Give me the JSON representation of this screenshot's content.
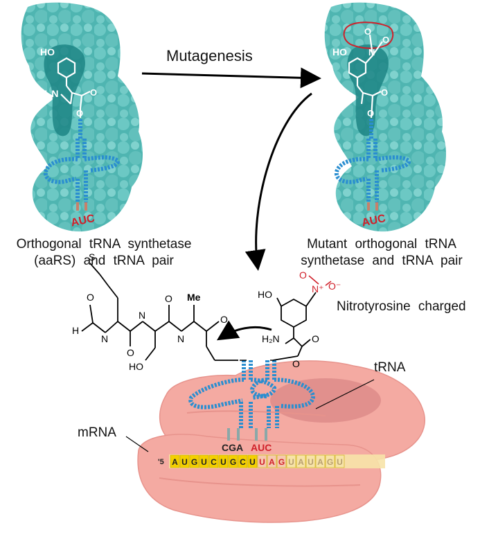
{
  "labels": {
    "mutagenesis": "Mutagenesis",
    "left_caption_line1": "Orthogonal tRNA synthetase",
    "left_caption_line2": "(aaRS) and tRNA pair",
    "right_caption_line1": "Mutant orthogonal tRNA",
    "right_caption_line2": "synthetase and tRNA pair",
    "nitro_charged": "Nitrotyrosine charged",
    "trna": "tRNA",
    "mrna": "mRNA"
  },
  "chem": {
    "ho": "HO",
    "h2n": "H₂N",
    "o": "O",
    "n": "N",
    "o_minus": "O⁻",
    "n_plus": "N⁺",
    "h": "H",
    "me": "Me",
    "s": "S",
    "anticodon": "AUC",
    "anticodon_left": "CGA"
  },
  "mrna_sequence": {
    "five_prime": "'5",
    "codons_bound": [
      "A",
      "U",
      "G",
      "U",
      "C",
      "U",
      "G",
      "C",
      "U"
    ],
    "codon_uag": [
      "U",
      "A",
      "G"
    ],
    "downstream": [
      "U",
      "A",
      "U",
      "A",
      "G",
      "U"
    ]
  },
  "colors": {
    "enzyme_teal": "#2a9a9a",
    "enzyme_light": "#6fc7c4",
    "trna_blue": "#2a8ed0",
    "ribosome_pink": "#f4aaa2",
    "ribosome_dark": "#d98484",
    "nitro_red": "#d0202a",
    "mrna_yellow": "#f3d000"
  }
}
